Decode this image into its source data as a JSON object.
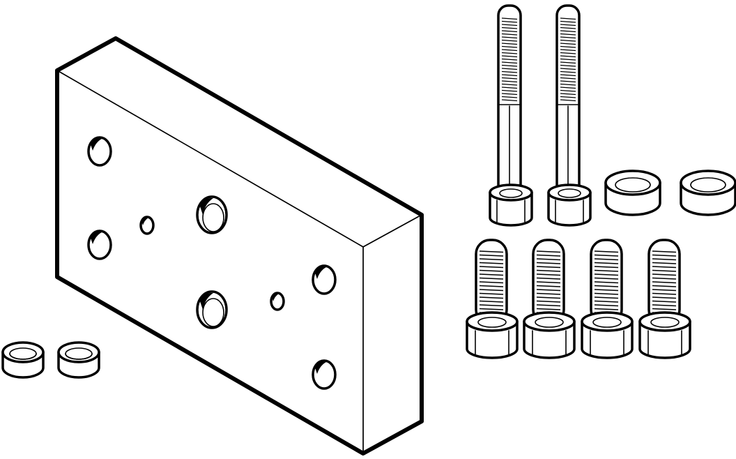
{
  "drawing": {
    "background": "#ffffff",
    "line_color": "#000000",
    "parts": {
      "mounting_plate": {
        "count": 1
      },
      "long_socket_head_screws": {
        "count": 2
      },
      "short_socket_head_screws": {
        "count": 4
      },
      "centering_sleeves": {
        "count": 4
      }
    }
  }
}
